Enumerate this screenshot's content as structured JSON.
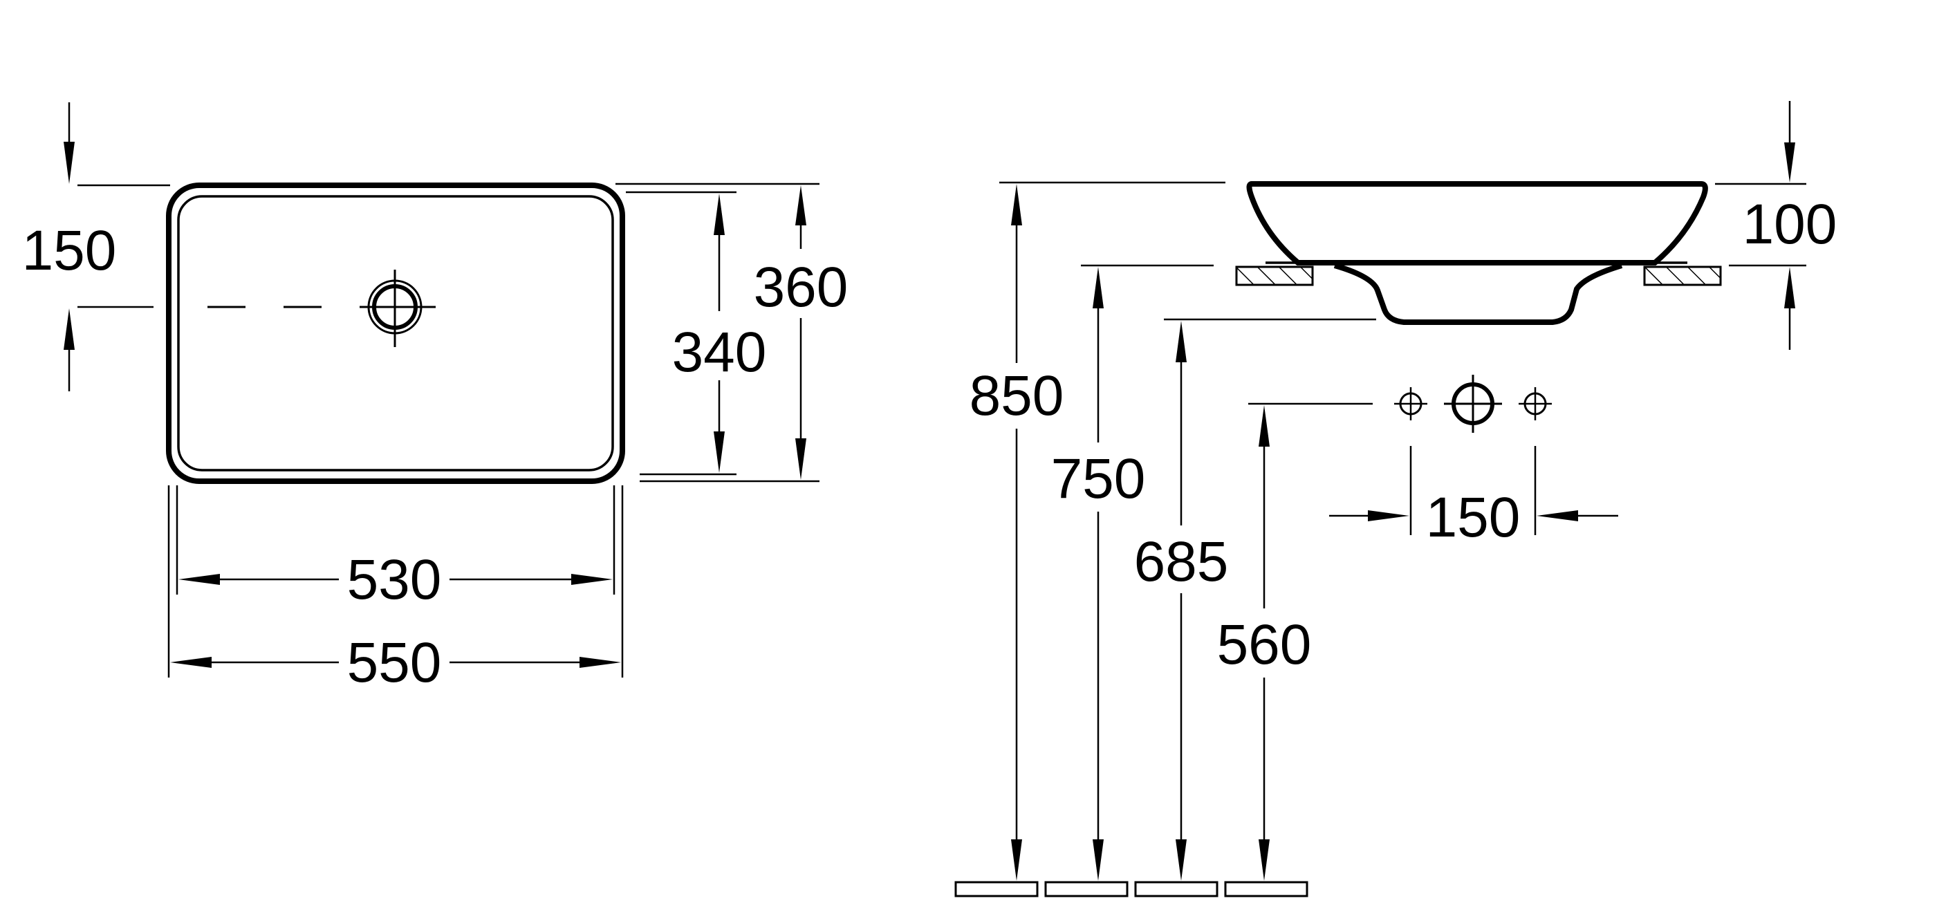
{
  "plan_view": {
    "drain_offset": "150",
    "inner_depth": "340",
    "outer_depth": "360",
    "inner_width": "530",
    "outer_width": "550"
  },
  "side_view": {
    "rim_height": "850",
    "counter_height": "750",
    "waste_height": "685",
    "tap_height": "560",
    "tap_spacing": "150",
    "basin_height": "100"
  }
}
